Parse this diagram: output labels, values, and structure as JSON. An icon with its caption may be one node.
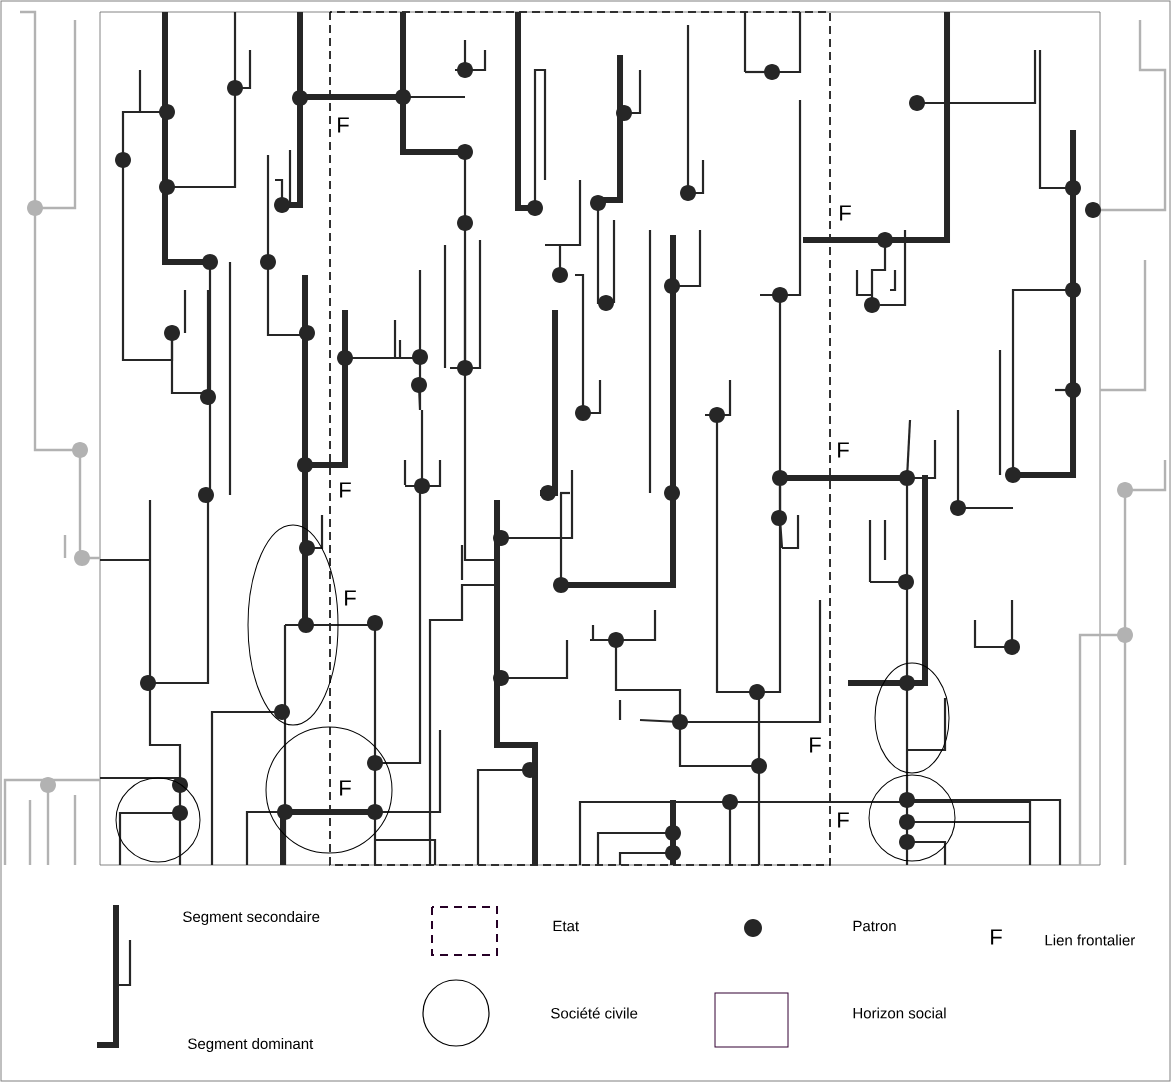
{
  "diagram": {
    "labels": [
      "F",
      "F",
      "F",
      "F",
      "F",
      "F",
      "F",
      "F",
      "F"
    ],
    "legend": [
      {
        "text": "Segment secondaire"
      },
      {
        "text": "Segment dominant"
      },
      {
        "text": "Etat"
      },
      {
        "text": "Société civile"
      },
      {
        "text": "Patron"
      },
      {
        "text": "Horizon social"
      },
      {
        "text": "Lien frontalier"
      }
    ]
  }
}
